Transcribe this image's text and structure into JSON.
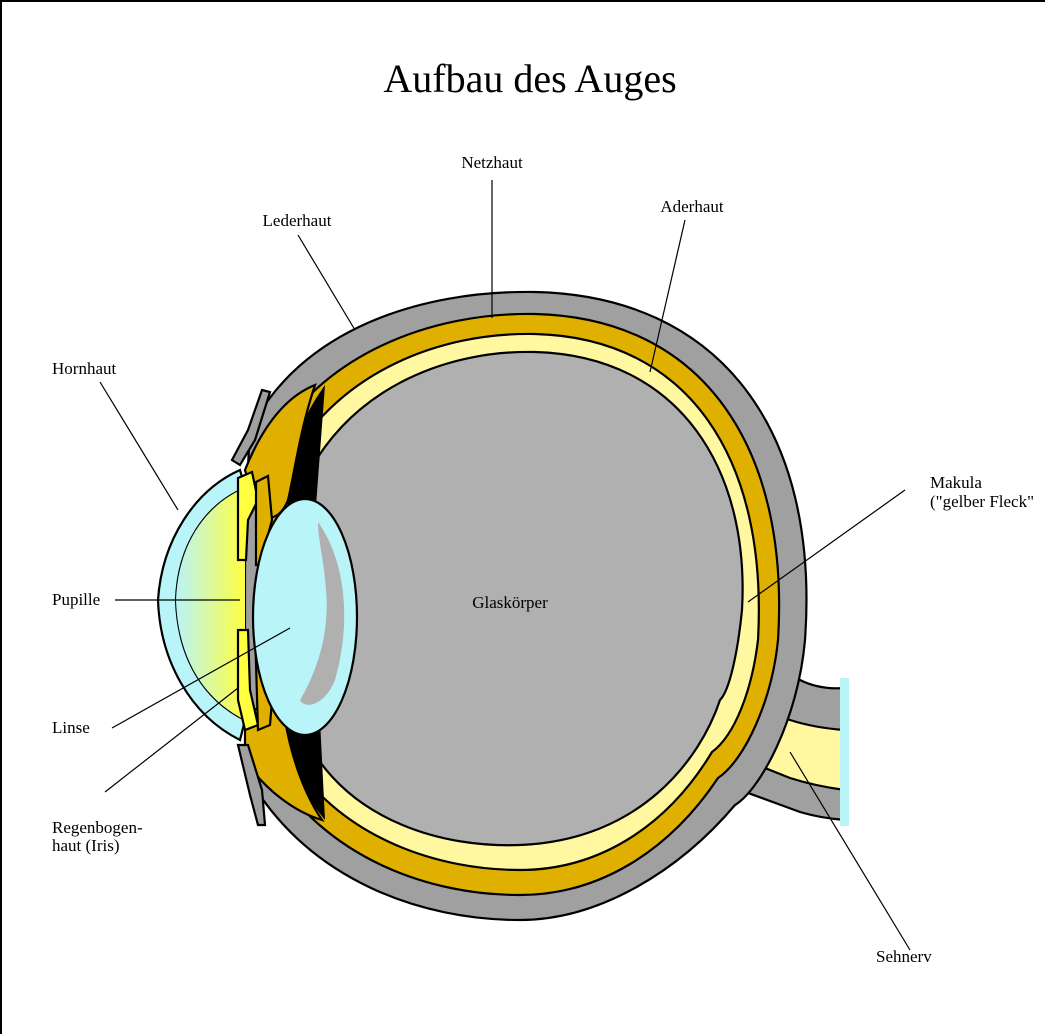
{
  "title": "Aufbau des Auges",
  "labels": {
    "netzhaut": "Netzhaut",
    "aderhaut": "Aderhaut",
    "lederhaut": "Lederhaut",
    "hornhaut": "Hornhaut",
    "makula_1": "Makula",
    "makula_2": "(\"gelber Fleck\"",
    "pupille": "Pupille",
    "glaskoerper": "Glaskörper",
    "linse": "Linse",
    "regenbogenhaut_1": "Regenbogen-",
    "regenbogenhaut_2": "haut (Iris)",
    "sehnerv": "Sehnerv"
  },
  "colors": {
    "sclera": "#a0a0a0",
    "choroid": "#e0b000",
    "retina": "#fff8a0",
    "vitreous": "#b0b0b0",
    "cornea": "#b8f4f8",
    "lens": "#b8f4f8",
    "pigment": "#000000",
    "iris_yellow": "#ffff40",
    "nerve_edge": "#b8f4f8"
  }
}
